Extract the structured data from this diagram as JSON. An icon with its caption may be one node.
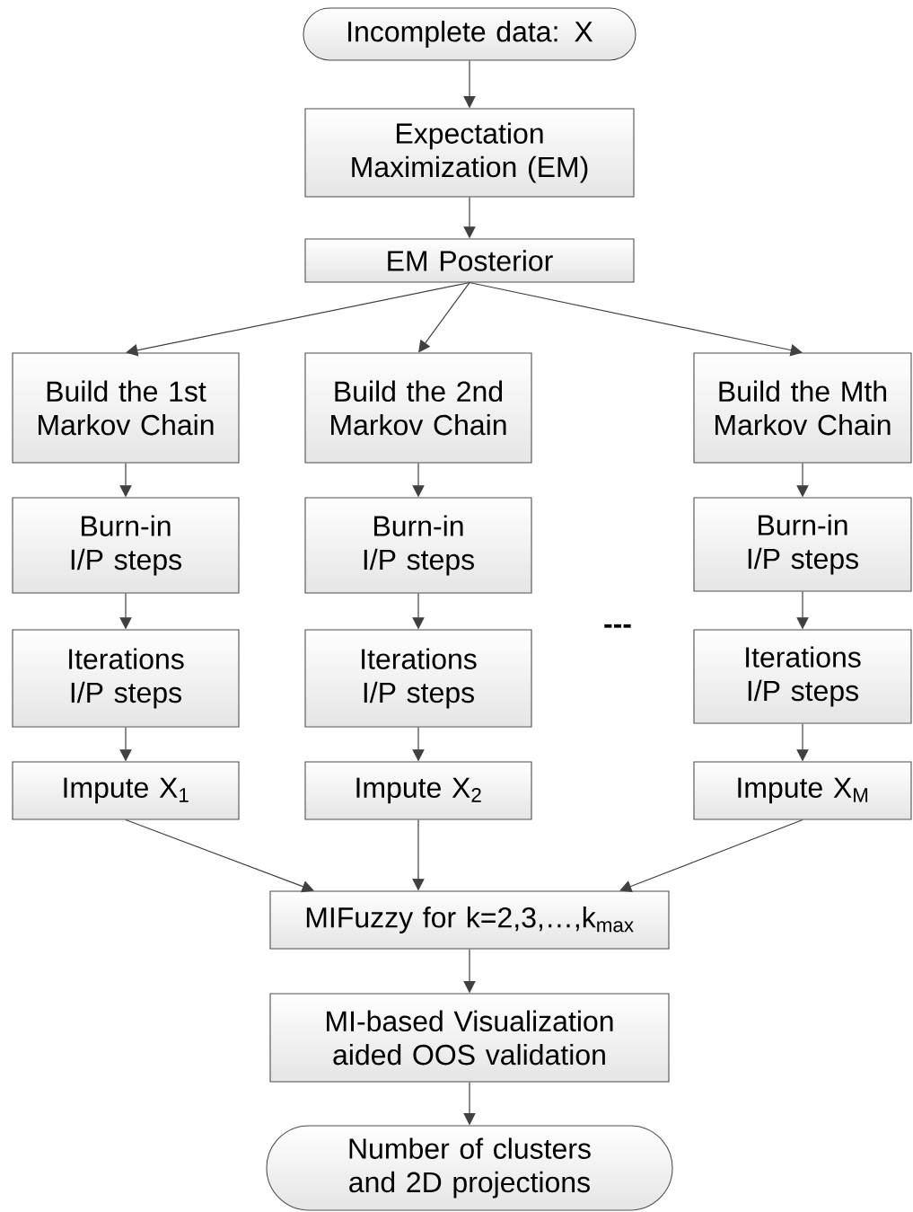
{
  "diagram": {
    "nodes": [
      {
        "text": [
          "Incomplete data: X"
        ]
      },
      {
        "text": [
          "Expectation Maximization (EM)"
        ]
      },
      {
        "text": [
          "EM Posterior"
        ]
      },
      {
        "text": [
          "Build the 1st Markov Chain"
        ]
      },
      {
        "text": [
          "Build the 2nd Markov Chain"
        ]
      },
      {
        "text": [
          "Build the Mth Markov Chain"
        ]
      },
      {
        "text": [
          "Burn-in I/P steps"
        ]
      },
      {
        "text": [
          "Burn-in I/P steps"
        ]
      },
      {
        "text": [
          "Burn-in I/P steps"
        ]
      },
      {
        "text": [
          "Iterations I/P steps"
        ]
      },
      {
        "text": [
          "Iterations I/P steps"
        ]
      },
      {
        "text": [
          "Iterations I/P steps"
        ]
      },
      {
        "text": [
          "Impute X$_{1}$"
        ]
      },
      {
        "text": [
          "Impute X$_{2}$"
        ]
      },
      {
        "text": [
          "Impute X$_{M}$"
        ]
      },
      {
        "text": [
          "MIFuzzy for k=2,3,…,k$_{max}$"
        ]
      },
      {
        "text": [
          "MI-based Visualization aided OOS validation"
        ]
      },
      {
        "text": [
          "Number of clusters and 2D projections"
        ]
      }
    ],
    "edges": [
      {
        "from": 0,
        "to": 1,
        "arrow": "to"
      },
      {
        "from": 1,
        "to": 2,
        "arrow": "to"
      },
      {
        "from": 2,
        "to": 3,
        "arrow": "to"
      },
      {
        "from": 2,
        "to": 4,
        "arrow": "to"
      },
      {
        "from": 2,
        "to": 5,
        "arrow": "to"
      },
      {
        "from": 3,
        "to": 6,
        "arrow": "to"
      },
      {
        "from": 4,
        "to": 7,
        "arrow": "to"
      },
      {
        "from": 5,
        "to": 8,
        "arrow": "to"
      },
      {
        "from": 6,
        "to": 9,
        "arrow": "to"
      },
      {
        "from": 7,
        "to": 10,
        "arrow": "to"
      },
      {
        "from": 8,
        "to": 11,
        "arrow": "to"
      },
      {
        "from": 9,
        "to": 12,
        "arrow": "to"
      },
      {
        "from": 10,
        "to": 13,
        "arrow": "to"
      },
      {
        "from": 11,
        "to": 14,
        "arrow": "to"
      },
      {
        "from": 12,
        "to": 15,
        "arrow": "to"
      },
      {
        "from": 13,
        "to": 15,
        "arrow": "to"
      },
      {
        "from": 14,
        "to": 15,
        "arrow": "to"
      },
      {
        "from": 15,
        "to": 16,
        "arrow": "to"
      },
      {
        "from": 16,
        "to": 17,
        "arrow": "to"
      }
    ],
    "labels": [
      "---"
    ]
  }
}
